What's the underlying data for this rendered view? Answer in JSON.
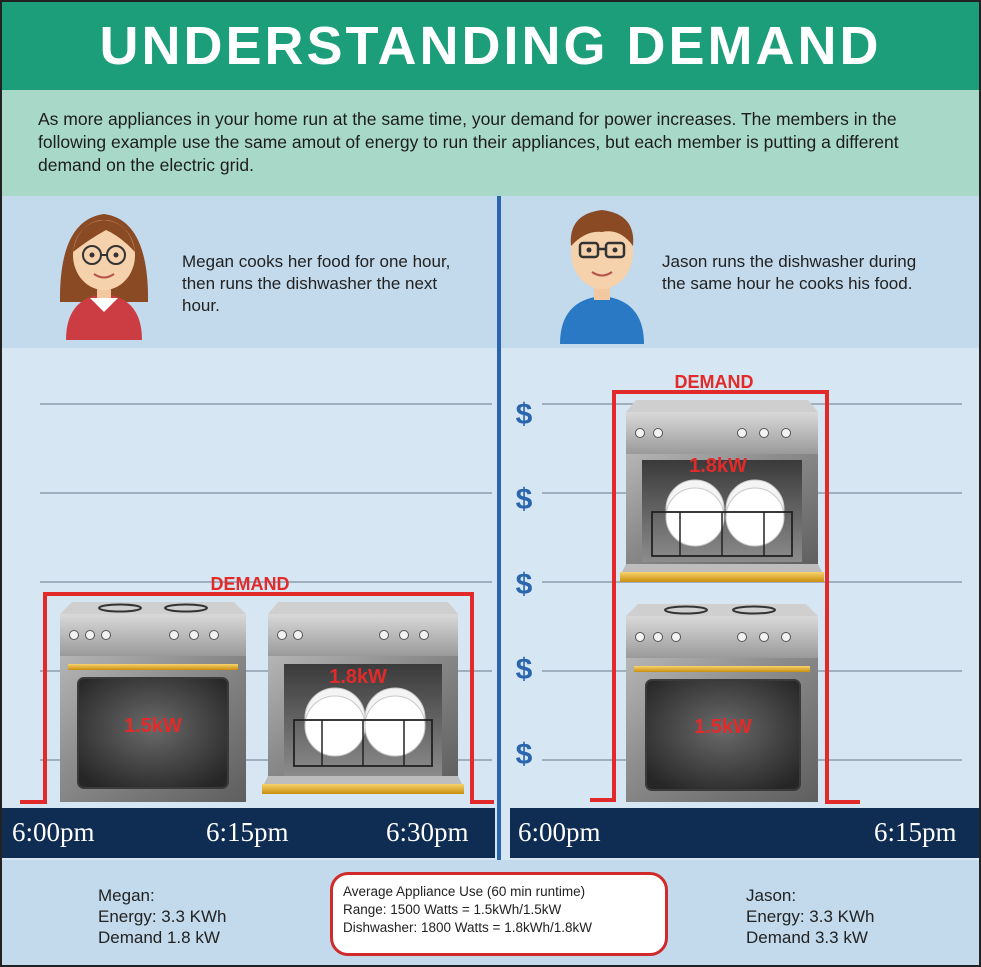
{
  "title": "UNDERSTANDING DEMAND",
  "intro": "As more appliances in your home run at the same time, your demand for power increases. The members in the following example use the same amout of energy to run their appliances, but each member is putting a different demand on the electric grid.",
  "megan": {
    "caption": "Megan cooks her food for one hour, then runs the dishwasher the next hour.",
    "demand_label": "DEMAND",
    "range_power": "1.5kW",
    "dishwasher_power": "1.8kW",
    "times": [
      "6:00pm",
      "6:15pm",
      "6:30pm"
    ],
    "stats": {
      "name": "Megan:",
      "energy": "Energy: 3.3 KWh",
      "demand": "Demand 1.8 kW"
    }
  },
  "jason": {
    "caption": "Jason runs the dishwasher during the same hour he cooks his food.",
    "demand_label": "DEMAND",
    "range_power": "1.5kW",
    "dishwasher_power": "1.8kW",
    "times": [
      "6:00pm",
      "6:15pm"
    ],
    "stats": {
      "name": "Jason:",
      "energy": "Energy: 3.3 KWh",
      "demand": "Demand 3.3 kW"
    }
  },
  "cost_symbol": "$",
  "note": {
    "title": "Average Appliance Use (60 min runtime)",
    "range": "Range: 1500 Watts = 1.5kWh/1.5kW",
    "dishwasher": "Dishwasher:  1800 Watts = 1.8kWh/1.8kW"
  },
  "colors": {
    "header_green": "#1c9e7a",
    "intro_green": "#a8d8c8",
    "panel_blue": "#c2daec",
    "chart_blue": "#d6e7f3",
    "divider_blue": "#2a65ad",
    "timebar_navy": "#0f2d52",
    "demand_red": "#e22a2a",
    "accent_gold": "#f0b62c"
  }
}
